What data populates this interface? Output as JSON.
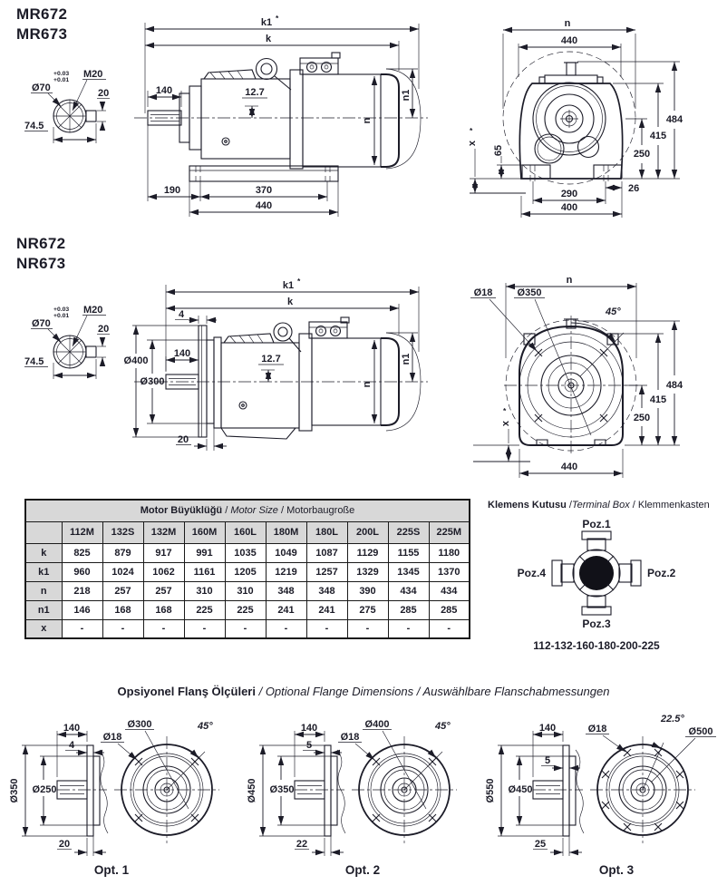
{
  "colors": {
    "ink": "#1c1c28",
    "paper": "#ffffff",
    "table_header_bg": "#d8d8d8"
  },
  "mr": {
    "model1": "MR672",
    "model2": "MR673",
    "shaft": {
      "dia": "Ø70",
      "tol_upper": "+0.03",
      "tol_lower": "+0.01",
      "thread": "M20",
      "key": "20",
      "len": "74.5"
    },
    "side": {
      "k1": "k1",
      "k1_star": "*",
      "k": "k",
      "shaft_len": "140",
      "keyway": "12.7",
      "overhang": "190",
      "foot": "370",
      "base": "440",
      "n": "n",
      "n1": "n1"
    },
    "end": {
      "n": "n",
      "width": "440",
      "foot_h": "65",
      "x": "x",
      "x_star": "*",
      "h_total": "484",
      "h_cover": "415",
      "h_center": "250",
      "edge": "26",
      "slots": "290",
      "base": "400"
    }
  },
  "nr": {
    "model1": "NR672",
    "model2": "NR673",
    "shaft": {
      "dia": "Ø70",
      "tol_upper": "+0.03",
      "tol_lower": "+0.01",
      "thread": "M20",
      "key": "20",
      "len": "74.5"
    },
    "side": {
      "k1": "k1",
      "k1_star": "*",
      "k": "k",
      "plate": "4",
      "flange_od": "Ø400",
      "shaft_len": "140",
      "spigot": "Ø300",
      "keyway": "12.7",
      "depth": "20",
      "n": "n",
      "n1": "n1"
    },
    "end": {
      "n": "n",
      "hole": "Ø18",
      "bolt_circle": "Ø350",
      "angle": "45°",
      "h_total": "484",
      "h_cover": "415",
      "h_center": "250",
      "x": "x",
      "x_star": "*",
      "base": "440"
    }
  },
  "table": {
    "title_tr": "Motor Büyüklüğü",
    "sep": " / ",
    "title_en": "Motor Size",
    "title_de": "Motorbaugroße",
    "columns": [
      "112M",
      "132S",
      "132M",
      "160M",
      "160L",
      "180M",
      "180L",
      "200L",
      "225S",
      "225M"
    ],
    "rows": [
      {
        "label": "k",
        "values": [
          "825",
          "879",
          "917",
          "991",
          "1035",
          "1049",
          "1087",
          "1129",
          "1155",
          "1180"
        ]
      },
      {
        "label": "k1",
        "values": [
          "960",
          "1024",
          "1062",
          "1161",
          "1205",
          "1219",
          "1257",
          "1329",
          "1345",
          "1370"
        ]
      },
      {
        "label": "n",
        "values": [
          "218",
          "257",
          "257",
          "310",
          "310",
          "348",
          "348",
          "390",
          "434",
          "434"
        ]
      },
      {
        "label": "n1",
        "values": [
          "146",
          "168",
          "168",
          "225",
          "225",
          "241",
          "241",
          "275",
          "285",
          "285"
        ]
      },
      {
        "label": "x",
        "values": [
          "-",
          "-",
          "-",
          "-",
          "-",
          "-",
          "-",
          "-",
          "-",
          "-"
        ]
      }
    ]
  },
  "terminal": {
    "title_tr": "Klemens Kutusu",
    "sep1": " /",
    "title_en": "Terminal Box",
    "sep2": " / ",
    "title_de": "Klemmenkasten",
    "poz1": "Poz.1",
    "poz2": "Poz.2",
    "poz3": "Poz.3",
    "poz4": "Poz.4",
    "sizes": "112-132-160-180-200-225"
  },
  "flange": {
    "title_tr": "Opsiyonel Flanş Ölçüleri",
    "sep": " / ",
    "title_en": "Optional Flange Dimensions",
    "sep2": " / ",
    "title_de": "Auswählbare Flanschabmessungen",
    "options": [
      {
        "name": "Opt. 1",
        "shaft_len": "140",
        "plate": "4",
        "od": "Ø350",
        "spigot": "Ø250",
        "depth": "20",
        "bolt_circle": "Ø300",
        "hole": "Ø18",
        "angle": "45°"
      },
      {
        "name": "Opt. 2",
        "shaft_len": "140",
        "plate": "5",
        "od": "Ø450",
        "spigot": "Ø350",
        "depth": "22",
        "bolt_circle": "Ø400",
        "hole": "Ø18",
        "angle": "45°"
      },
      {
        "name": "Opt. 3",
        "shaft_len": "140",
        "plate": "5",
        "od": "Ø550",
        "spigot": "Ø450",
        "depth": "25",
        "bolt_circle": "Ø500",
        "hole": "Ø18",
        "angle": "22.5°"
      }
    ]
  }
}
